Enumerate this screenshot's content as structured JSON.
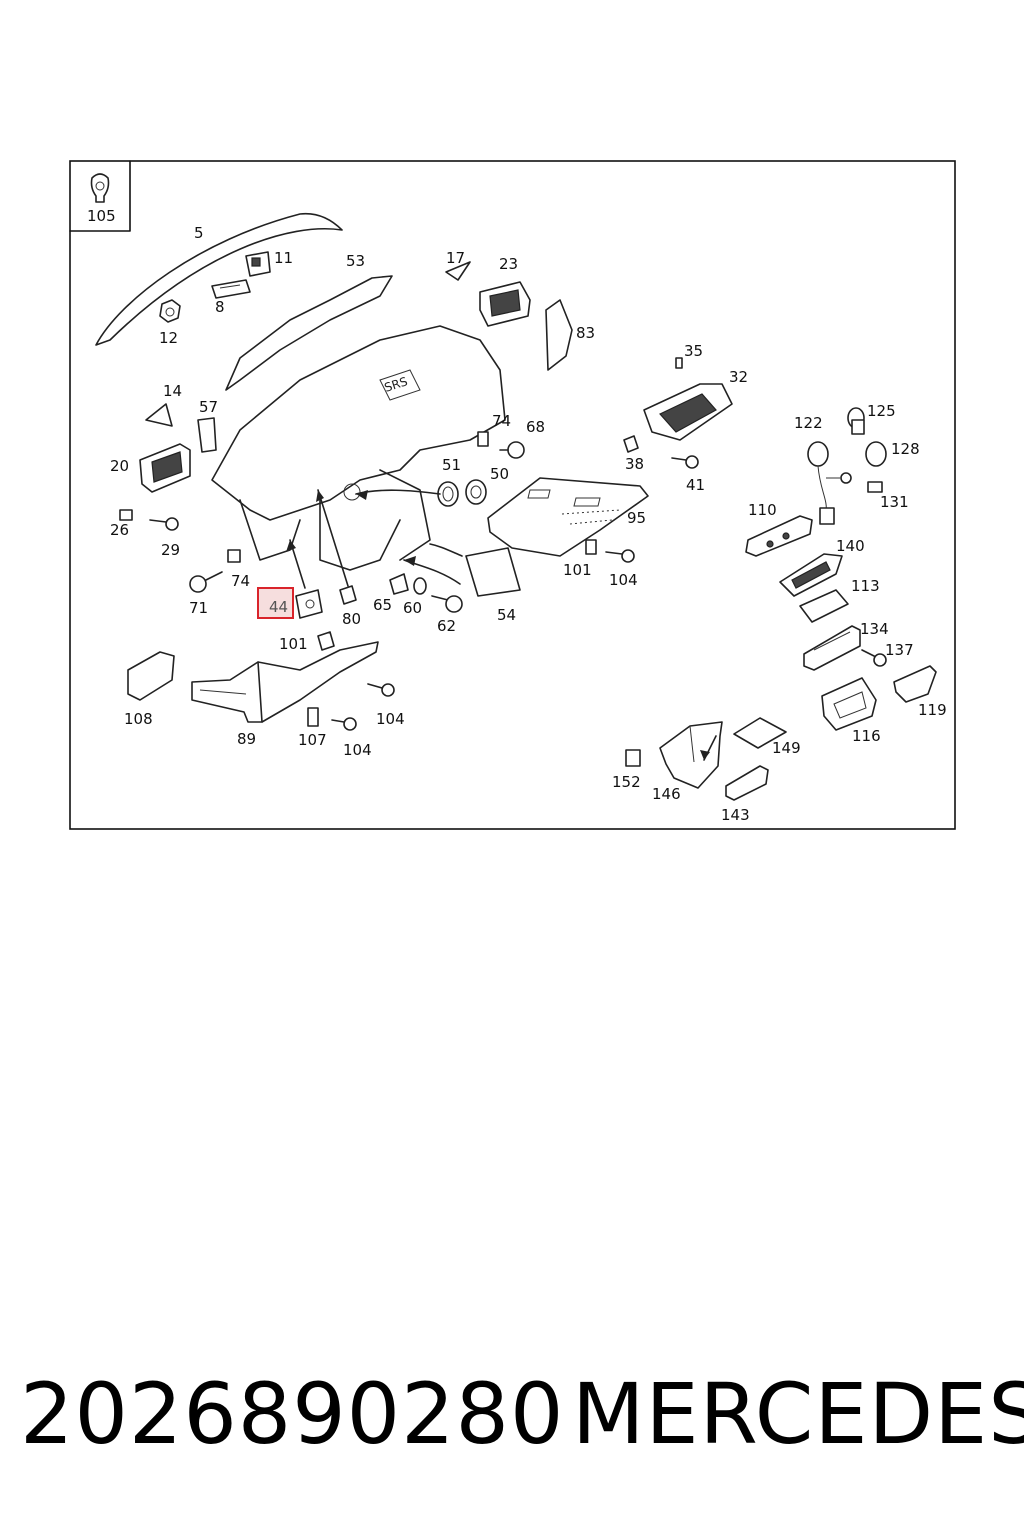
{
  "labels": {
    "l105": "105",
    "l5": "5",
    "l11": "11",
    "l53": "53",
    "l17": "17",
    "l23": "23",
    "l8": "8",
    "l12": "12",
    "l83": "83",
    "l35": "35",
    "l32": "32",
    "l14": "14",
    "l57": "57",
    "l74a": "74",
    "l68": "68",
    "l122": "122",
    "l125": "125",
    "l128": "128",
    "l20": "20",
    "l51": "51",
    "l50": "50",
    "l38": "38",
    "l41": "41",
    "l131": "131",
    "l26": "26",
    "l29": "29",
    "l95": "95",
    "l110": "110",
    "l140": "140",
    "l74b": "74",
    "l71": "71",
    "l44": "44",
    "l80": "80",
    "l65": "65",
    "l60": "60",
    "l62": "62",
    "l54": "54",
    "l101a": "101",
    "l104a": "104",
    "l113": "113",
    "l134": "134",
    "l137": "137",
    "l101b": "101",
    "l108": "108",
    "l104b": "104",
    "l89": "89",
    "l107": "107",
    "l104c": "104",
    "l119": "119",
    "l116": "116",
    "l149": "149",
    "l152": "152",
    "l146": "146",
    "l143": "143"
  },
  "caption": {
    "part_number": "2026890280",
    "brand": "MERCEDES"
  },
  "highlight_color": "#d9242b"
}
